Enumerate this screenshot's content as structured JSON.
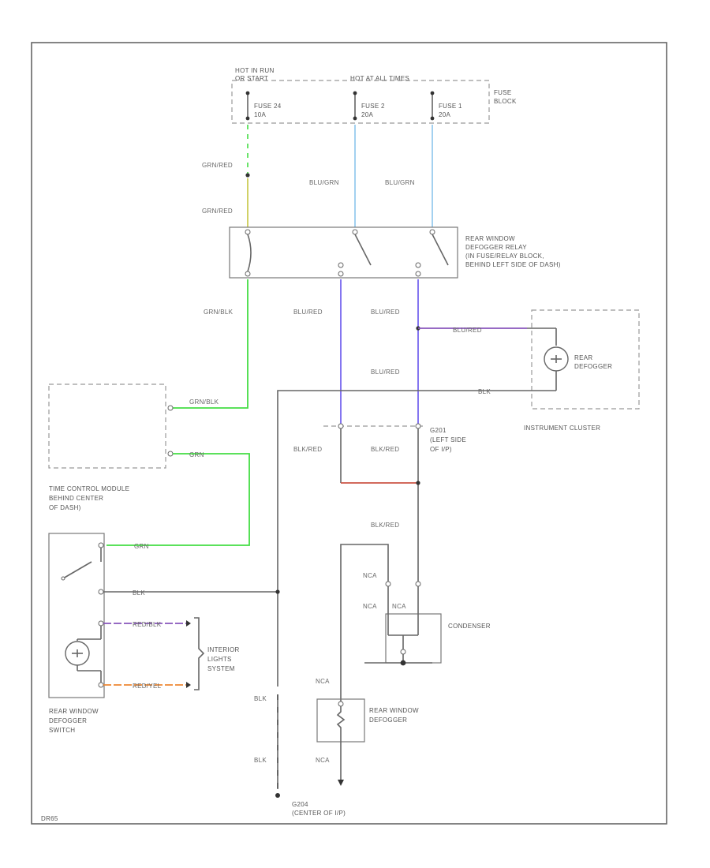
{
  "labels": {
    "hot_in_run": "HOT IN RUN",
    "hot_in_run_2": "OR START",
    "hot_at_all_times": "HOT AT ALL TIMES",
    "fuse_block": "FUSE",
    "fuse_block_2": "BLOCK",
    "fuse_24": "FUSE 24",
    "fuse_24_amp": "10A",
    "fuse_2": "FUSE 2",
    "fuse_2_amp": "20A",
    "fuse_1": "FUSE 1",
    "fuse_1_amp": "20A",
    "relay_1": "REAR WINDOW",
    "relay_2": "DEFOGGER RELAY",
    "relay_3": "(IN FUSE/RELAY BLOCK,",
    "relay_4": "BEHIND LEFT SIDE OF DASH)",
    "rear_defogger_ind_1": "REAR",
    "rear_defogger_ind_2": "DEFOGGER",
    "instrument_cluster": "INSTRUMENT CLUSTER",
    "tcm_1": "TIME CONTROL MODULE",
    "tcm_2": "BEHIND CENTER",
    "tcm_3": "OF DASH)",
    "g201_1": "G201",
    "g201_2": "(LEFT SIDE",
    "g201_3": "OF I/P)",
    "condenser": "CONDENSER",
    "interior_1": "INTERIOR",
    "interior_2": "LIGHTS",
    "interior_3": "SYSTEM",
    "switch_1": "REAR WINDOW",
    "switch_2": "DEFOGGER",
    "switch_3": "SWITCH",
    "defogger_1": "REAR WINDOW",
    "defogger_2": "DEFOGGER",
    "g204_1": "G204",
    "g204_2": "(CENTER OF I/P)",
    "footer": "DR65"
  },
  "wires": {
    "grn_red_1": "GRN/RED",
    "grn_red_2": "GRN/RED",
    "blu_grn_1": "BLU/GRN",
    "blu_grn_2": "BLU/GRN",
    "grn_blk": "GRN/BLK",
    "blu_red_1": "BLU/RED",
    "blu_red_2": "BLU/RED",
    "blu_red_3": "BLU/RED",
    "blu_red_4": "BLU/RED",
    "blk_red_1": "BLK/RED",
    "blk_red_2": "BLK/RED",
    "blk_red_3": "BLK/RED",
    "blk_1": "BLK",
    "blk_2": "BLK",
    "blk_3": "BLK",
    "blk_4": "BLK",
    "tcm_grn_blk": "GRN/BLK",
    "tcm_grn": "GRN",
    "sw_grn": "GRN",
    "red_blk": "RED/BLK",
    "red_yel": "RED/YEL",
    "nca_1": "NCA",
    "nca_2": "NCA",
    "nca_3": "NCA",
    "nca_4": "NCA",
    "nca_5": "NCA"
  },
  "colors": {
    "green": "#44dd44",
    "light_blue": "#99ccee",
    "purple_blue": "#7766ee",
    "purple": "#8855bb",
    "red": "#cc5544",
    "orange": "#ee8833",
    "yellow_green": "#cccc55",
    "grey": "#666666"
  }
}
